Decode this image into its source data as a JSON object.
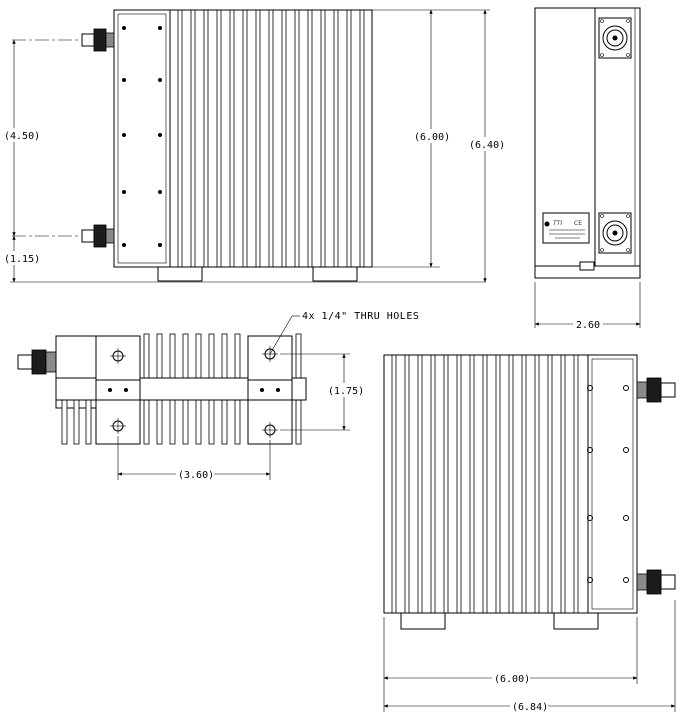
{
  "drawing": {
    "dimensions": {
      "front_connector_spacing": "(4.50)",
      "front_connector_offset": "(1.15)",
      "front_body_height": "(6.00)",
      "front_overall_height": "(6.40)",
      "side_width": "2.60",
      "top_mount_spacing": "(1.75)",
      "top_hole_spacing": "(3.60)",
      "bottom_body_length": "(6.00)",
      "bottom_overall_length": "(6.84)"
    },
    "notes": {
      "mounting_holes": "4x 1/4\" THRU HOLES"
    },
    "label_plate": {
      "logo": "TTI",
      "mark": "CE"
    }
  }
}
